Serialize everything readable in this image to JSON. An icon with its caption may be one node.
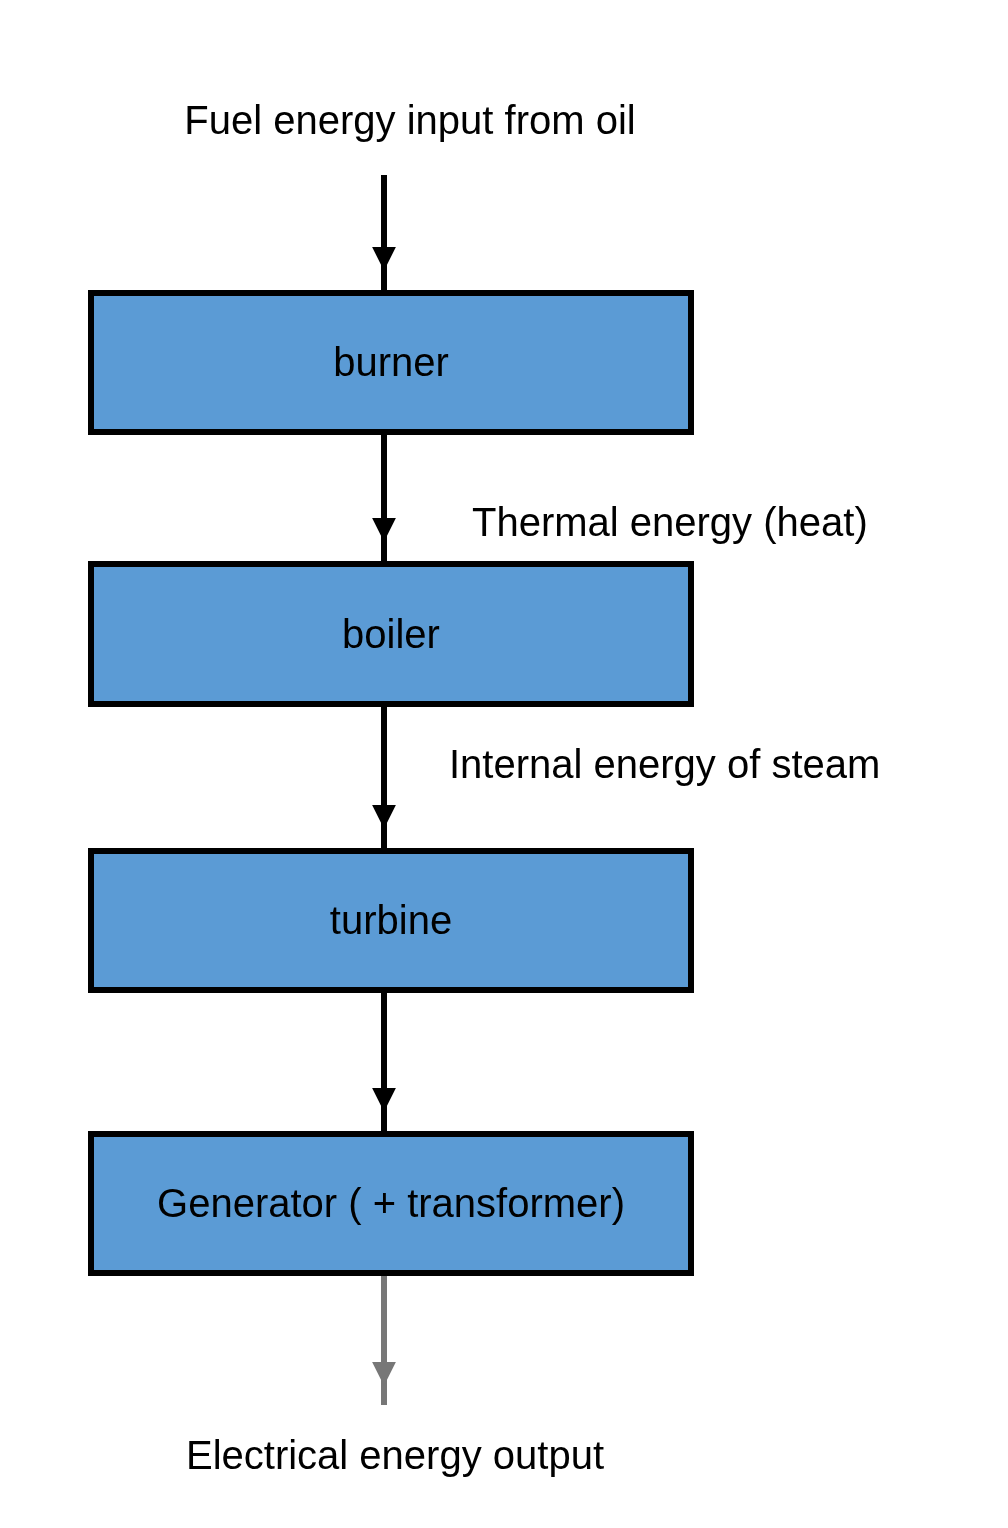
{
  "diagram": {
    "nodes": [
      {
        "text": [
          "Fuel energy input from oil"
        ]
      },
      {
        "text": [
          "burner"
        ]
      },
      {
        "text": [
          "boiler"
        ]
      },
      {
        "text": [
          "turbine"
        ]
      },
      {
        "text": [
          "Generator ( + transformer)"
        ]
      },
      {
        "text": [
          "Electrical energy output"
        ]
      }
    ],
    "edges": [
      {
        "from": 0,
        "to": 1,
        "arrow": "to"
      },
      {
        "from": 1,
        "to": 2,
        "arrow": "to",
        "label": "Thermal energy (heat)"
      },
      {
        "from": 2,
        "to": 3,
        "arrow": "to",
        "label": "Internal energy of steam"
      },
      {
        "from": 3,
        "to": 4,
        "arrow": "to"
      },
      {
        "from": 4,
        "to": 5,
        "arrow": "to",
        "color": "#777777"
      }
    ]
  }
}
